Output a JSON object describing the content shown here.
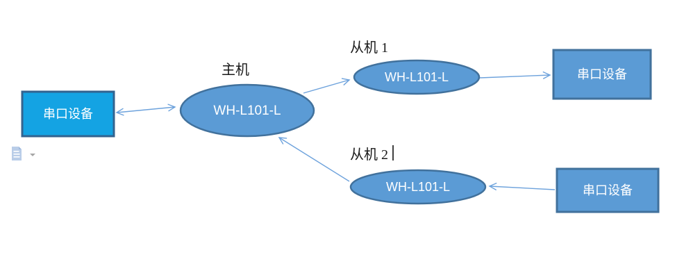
{
  "nodes": {
    "master": {
      "role_label": "主机",
      "device_name": "WH-L101-L"
    },
    "slave1": {
      "role_label": "从机 1",
      "device_name": "WH-L101-L"
    },
    "slave2": {
      "role_label": "从机 2",
      "device_name": "WH-L101-L"
    },
    "serial_left": {
      "label": "串口设备"
    },
    "serial_top_right": {
      "label": "串口设备"
    },
    "serial_bottom_right": {
      "label": "串口设备"
    }
  },
  "colors": {
    "serial_left_fill": "#14a3e3",
    "serial_left_border": "#33638f",
    "node_fill": "#5b9bd5",
    "node_border": "#41719c",
    "arrow": "#6da2dc",
    "caret": "#000000",
    "paste_icon_fill": "#b9cde8",
    "paste_icon_fold": "#9db8dd",
    "dropdown_arrow": "#a6a6a6"
  },
  "icons": {
    "paste_options": "paste-options-icon",
    "dropdown_glyph": "▾"
  }
}
